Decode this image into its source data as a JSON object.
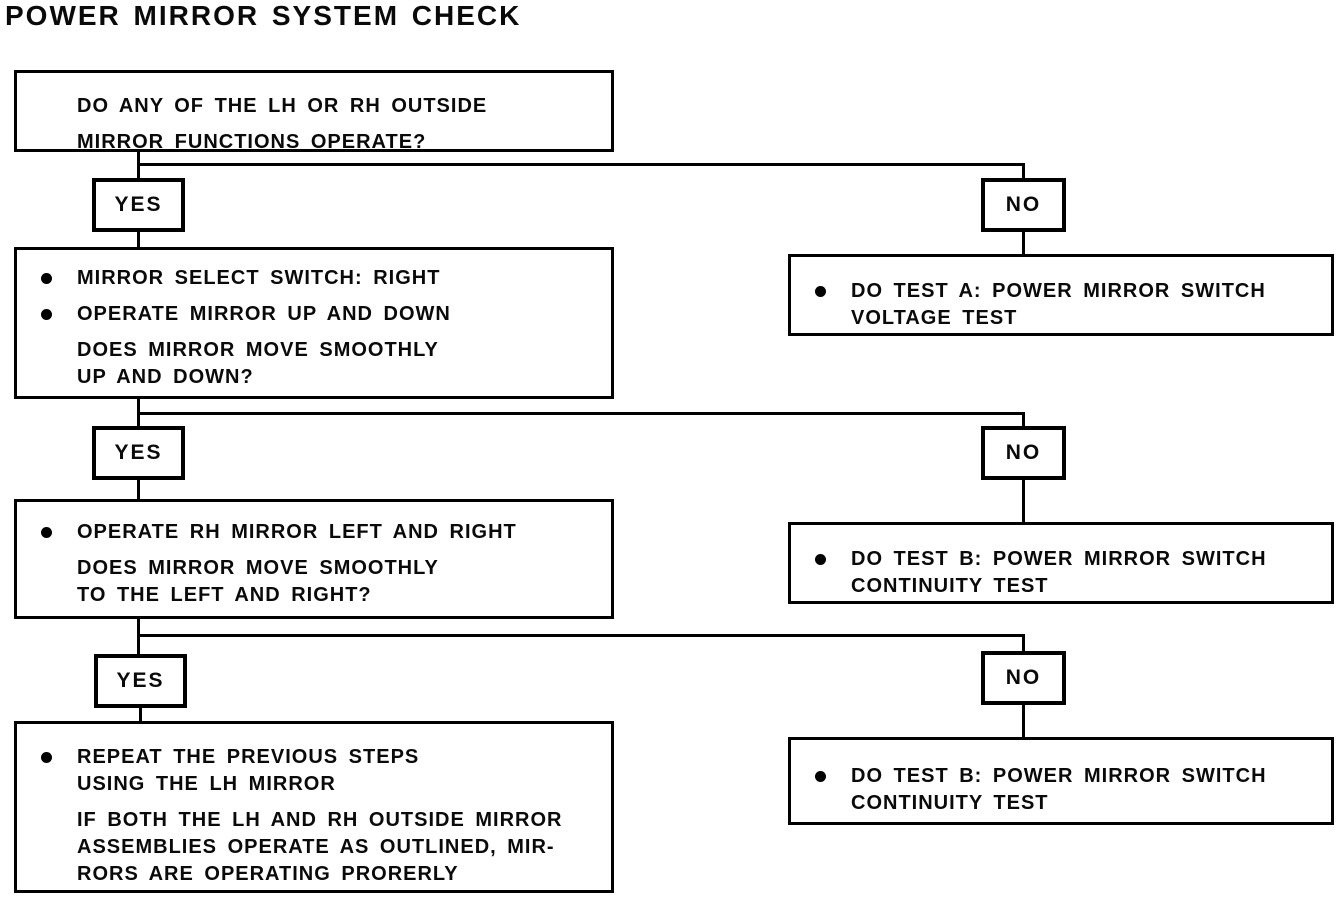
{
  "title": "POWER MIRROR SYSTEM CHECK",
  "labels": {
    "yes1": "YES",
    "yes2": "YES",
    "yes3": "YES",
    "no1": "NO",
    "no2": "NO",
    "no3": "NO"
  },
  "boxes": {
    "q1": "DO ANY OF THE LH OR RH OUTSIDE\nMIRROR FUNCTIONS OPERATE?",
    "step2": {
      "bullet1": "MIRROR SELECT SWITCH: RIGHT",
      "bullet2": "OPERATE MIRROR UP AND DOWN",
      "question": "DOES MIRROR MOVE SMOOTHLY\nUP AND DOWN?"
    },
    "step3": {
      "bullet1": "OPERATE RH MIRROR LEFT AND RIGHT",
      "question": "DOES MIRROR MOVE SMOOTHLY\nTO THE LEFT AND RIGHT?"
    },
    "step4": {
      "bullet1": "REPEAT THE PREVIOUS STEPS\nUSING THE LH MIRROR",
      "note": "IF BOTH THE LH AND RH OUTSIDE MIRROR\nASSEMBLIES OPERATE AS OUTLINED, MIR-\nRORS ARE OPERATING PRORERLY"
    },
    "test_a": "DO TEST A: POWER MIRROR SWITCH\nVOLTAGE TEST",
    "test_b1": "DO TEST B: POWER MIRROR SWITCH\nCONTINUITY TEST",
    "test_b2": "DO TEST B: POWER MIRROR SWITCH\nCONTINUITY TEST"
  },
  "colors": {
    "ink": "#000000",
    "paper": "#ffffff"
  }
}
